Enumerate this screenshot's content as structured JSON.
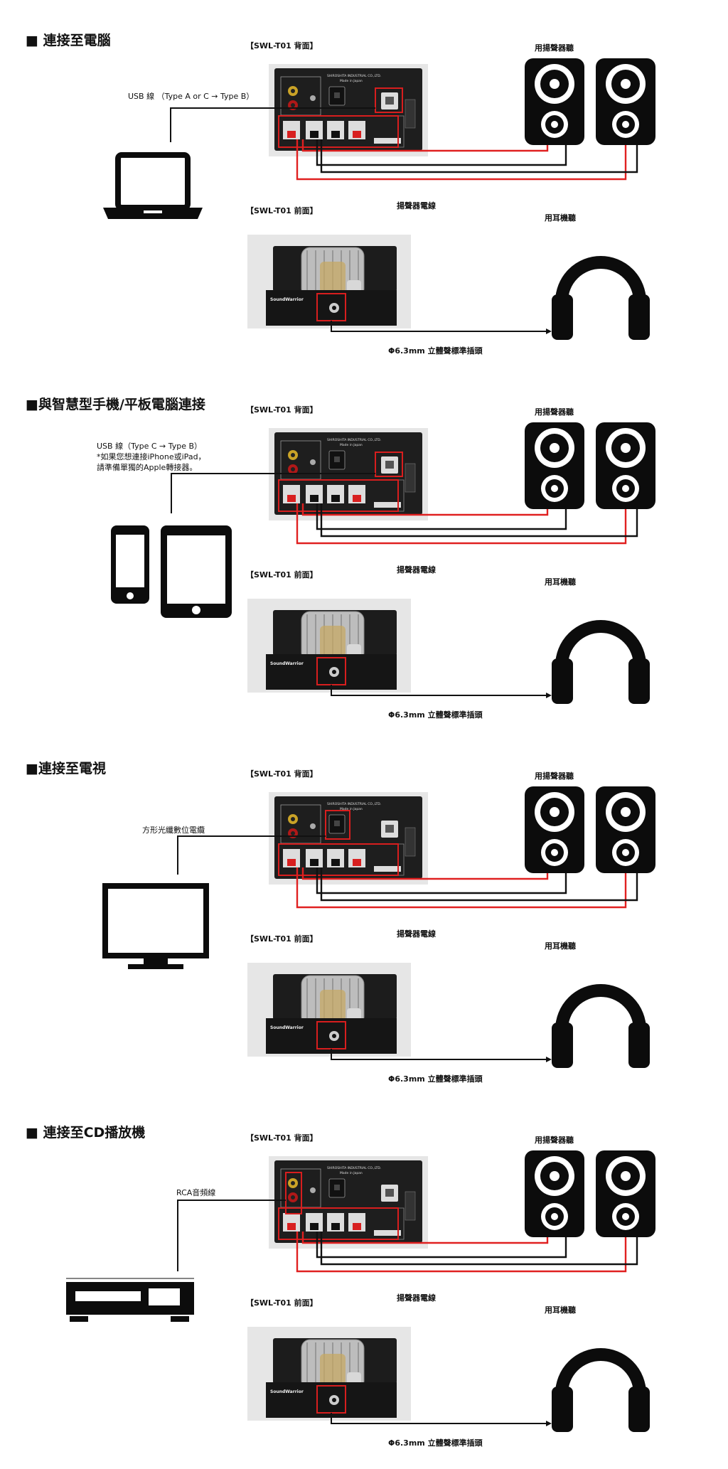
{
  "sections": [
    {
      "title": "■ 連接至電腦",
      "rear_label": "【SWL-T01 背面】",
      "front_label": "【SWL-T01 前面】",
      "speaker_label": "用揚聲器聽",
      "headphone_label": "用耳機聽",
      "speaker_wire_label": "揚聲器電線",
      "plug_label": "Φ6.3mm 立體聲標準插頭",
      "cable_label": [
        "USB 線 （Type A or C → Type B）"
      ],
      "source_icon": "laptop-icon",
      "highlight_port": "usb-port"
    },
    {
      "title": "■與智慧型手機/平板電腦連接",
      "rear_label": "【SWL-T01 背面】",
      "front_label": "【SWL-T01 前面】",
      "speaker_label": "用揚聲器聽",
      "headphone_label": "用耳機聽",
      "speaker_wire_label": "揚聲器電線",
      "plug_label": "Φ6.3mm 立體聲標準插頭",
      "cable_label": [
        "USB 線（Type C → Type B）",
        "*如果您想連接iPhone或iPad，",
        "請準備單獨的Apple轉接器。"
      ],
      "source_icon": "phone-tablet-icon",
      "highlight_port": "usb-port"
    },
    {
      "title": "■連接至電視",
      "rear_label": "【SWL-T01 背面】",
      "front_label": "【SWL-T01 前面】",
      "speaker_label": "用揚聲器聽",
      "headphone_label": "用耳機聽",
      "speaker_wire_label": "揚聲器電線",
      "plug_label": "Φ6.3mm 立體聲標準插頭",
      "cable_label": [
        "方形光纖數位電纜"
      ],
      "source_icon": "tv-icon",
      "highlight_port": "optical-port"
    },
    {
      "title": "■ 連接至CD播放機",
      "rear_label": "【SWL-T01 背面】",
      "front_label": "【SWL-T01 前面】",
      "speaker_label": "用揚聲器聽",
      "headphone_label": "用耳機聽",
      "speaker_wire_label": "揚聲器電線",
      "plug_label": "Φ6.3mm 立體聲標準插頭",
      "cable_label": [
        "RCA音頻線"
      ],
      "source_icon": "cd-player-icon",
      "highlight_port": "rca-port"
    }
  ],
  "device": {
    "brand": "SoundWarrior",
    "maker_line1": "SHIROSHITA INDUSTRIAL CO.,LTD.",
    "maker_line2": "Made in Japan"
  },
  "colors": {
    "wire_red": "#e02020",
    "wire_black": "#111111",
    "highlight": "#d81e1e"
  }
}
